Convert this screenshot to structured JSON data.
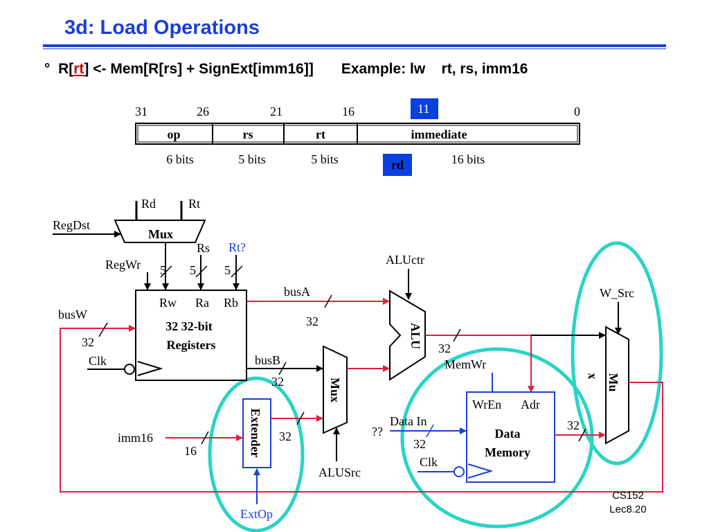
{
  "slide": {
    "title": "3d: Load Operations",
    "bullet_mark": "°",
    "bullet_pre": "R[",
    "bullet_rt": "rt",
    "bullet_post": "] <- Mem[R[rs] + SignExt[imm16]]",
    "example_label": "Example: lw",
    "example_args": "rt, rs, imm16",
    "footer_course": "CS152",
    "footer_lecture": "Lec8.20"
  },
  "format": {
    "bit_31": "31",
    "bit_26": "26",
    "bit_21": "21",
    "bit_16": "16",
    "bit_11": "11",
    "bit_0": "0",
    "field_op": "op",
    "field_rs": "rs",
    "field_rt": "rt",
    "field_imm": "immediate",
    "size_op": "6 bits",
    "size_rs": "5 bits",
    "size_rt": "5 bits",
    "size_imm": "16 bits",
    "rd_tag": "rd"
  },
  "datapath": {
    "rd": "Rd",
    "rt": "Rt",
    "regdst": "RegDst",
    "mux": "Mux",
    "rs": "Rs",
    "rt_q": "Rt?",
    "regwr": "RegWr",
    "w5a": "5",
    "w5b": "5",
    "w5c": "5",
    "rw": "Rw",
    "ra": "Ra",
    "rb": "Rb",
    "reg_line1": "32 32-bit",
    "reg_line2": "Registers",
    "busw": "busW",
    "w32_busw": "32",
    "clk_reg": "Clk",
    "busa": "busA",
    "w32_busa": "32",
    "busb": "busB",
    "w32_busb": "32",
    "aluctr": "ALUctr",
    "alu": "ALU",
    "w32_alu": "32",
    "alusrc_mux": "Mux",
    "alusrc": "ALUSrc",
    "extender": "Extender",
    "w32_ext": "32",
    "imm16": "imm16",
    "w16": "16",
    "extop": "ExtOp",
    "memwr": "MemWr",
    "wren": "WrEn",
    "adr": "Adr",
    "mem_line1": "Data",
    "mem_line2": "Memory",
    "datain": "Data In",
    "qq": "??",
    "w32_din": "32",
    "clk_mem": "Clk",
    "w32_mem": "32",
    "wsrc": "W_Src",
    "mux_out_a": "Mu",
    "mux_out_b": "x"
  },
  "colors": {
    "title": "#1a3fd6",
    "bus_red": "#e0203a",
    "ctrl_blue": "#1a3fd6",
    "highlight": "#2ad3c5",
    "tag_blue": "#0a3fe0"
  }
}
